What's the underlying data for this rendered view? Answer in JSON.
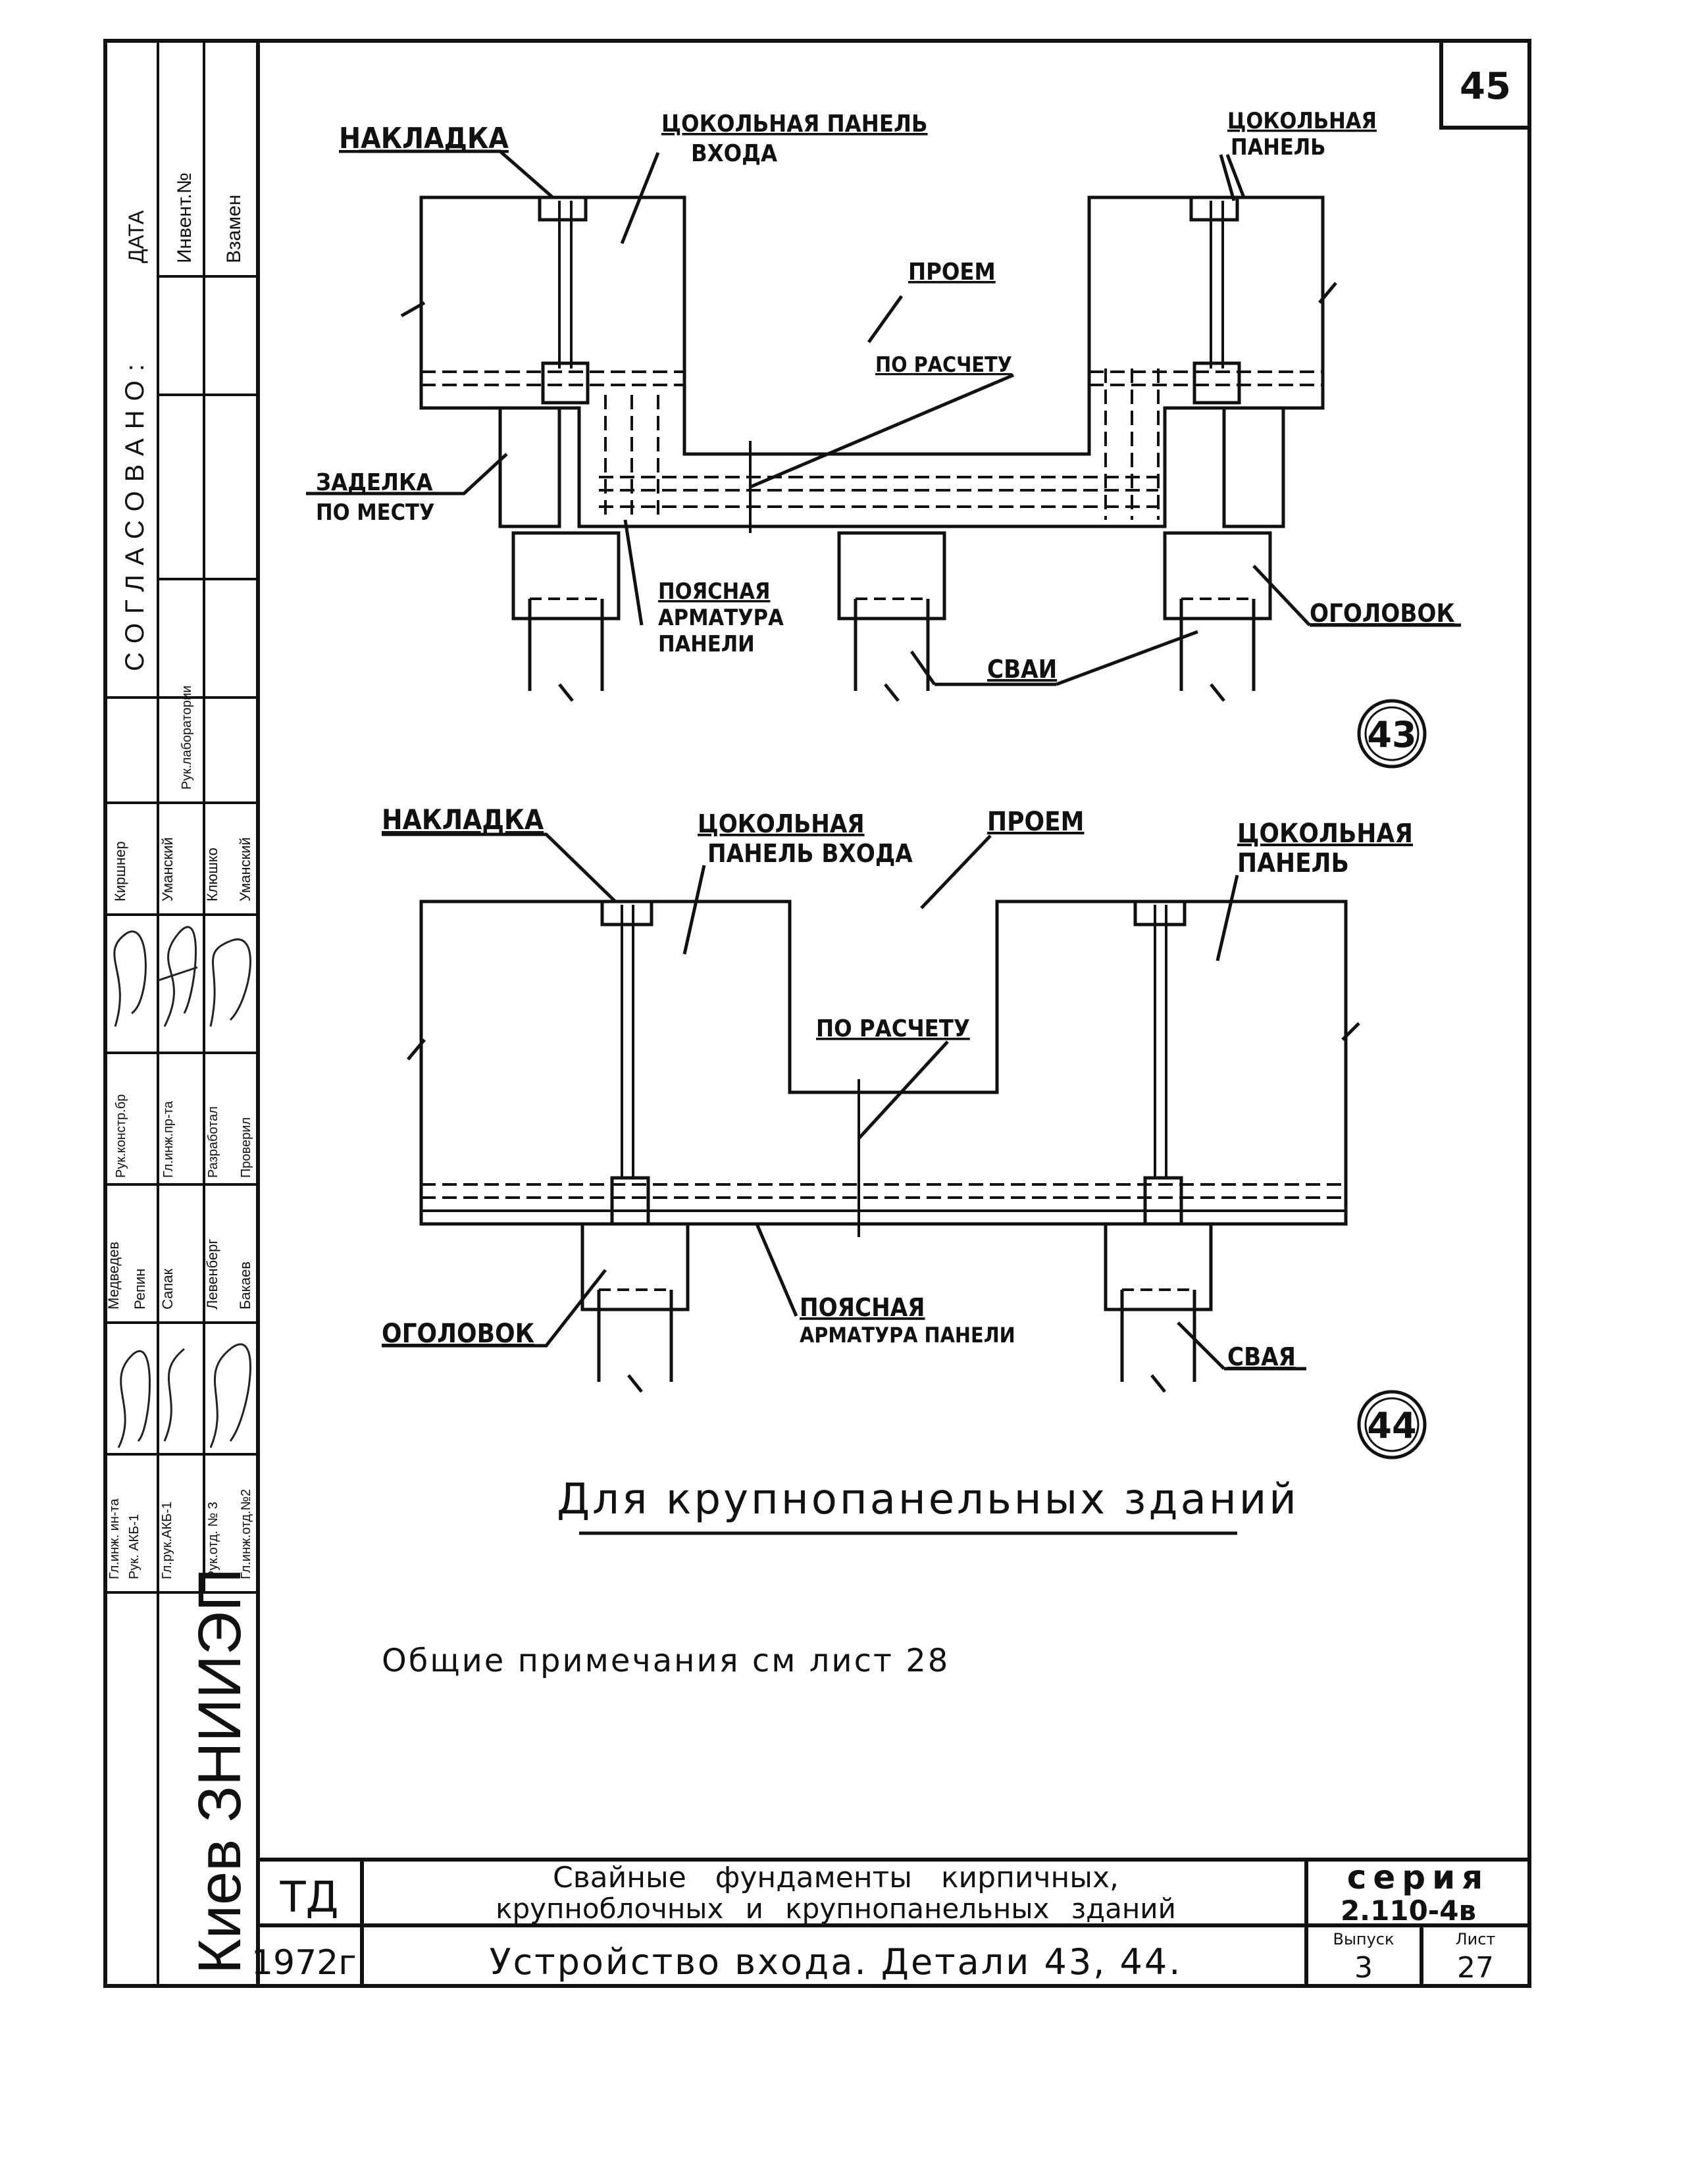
{
  "sheet_number": "45",
  "detail_43": {
    "marker": "43",
    "labels": {
      "nakladka": "НАКЛАДКА",
      "entrance_panel_line1": "ЦОКОЛЬНАЯ ПАНЕЛЬ",
      "entrance_panel_line2": "ВХОДА",
      "panel_line1": "ЦОКОЛЬНАЯ",
      "panel_line2": "ПАНЕЛЬ",
      "opening": "ПРОЕМ",
      "by_calc": "ПО РАСЧЕТУ",
      "sealing_line1": "ЗАДЕЛКА",
      "sealing_line2": "ПО МЕСТУ",
      "belt_line1": "ПОЯСНАЯ",
      "belt_line2": "АРМАТУРА",
      "belt_line3": "ПАНЕЛИ",
      "pile_cap": "ОГОЛОВОК",
      "piles": "СВАИ"
    }
  },
  "detail_44": {
    "marker": "44",
    "labels": {
      "nakladka": "НАКЛАДКА",
      "entrance_panel_line1": "ЦОКОЛЬНАЯ",
      "entrance_panel_line2": "ПАНЕЛЬ ВХОДА",
      "opening": "ПРОЕМ",
      "panel_line1": "ЦОКОЛЬНАЯ",
      "panel_line2": "ПАНЕЛЬ",
      "by_calc": "ПО РАСЧЕТУ",
      "belt_line1": "ПОЯСНАЯ",
      "belt_line2": "АРМАТУРА ПАНЕЛИ",
      "pile_cap": "ОГОЛОВОК",
      "pile": "СВАЯ"
    }
  },
  "heading": "Для крупнопанельных зданий",
  "note": "Общие примечания см лист 28",
  "title_block": {
    "org_code": "ТД",
    "year": "1972г.",
    "subject_line1": "Свайные фундаменты кирпичных,",
    "subject_line2": "крупноблочных и крупнопанельных зданий",
    "drawing_title": "Устройство входа. Детали 43, 44.",
    "series_label": "серия",
    "series_value": "2.110-4в",
    "issue_label": "Выпуск",
    "issue_value": "3",
    "sheet_label": "Лист",
    "sheet_value": "27"
  },
  "side_stamp": {
    "org": "Киев ЗНИИЭП",
    "agreed": "СОГЛАСОВАНО:",
    "date": "ДАТА",
    "inv_no": "Инвент.№",
    "replaces": "Взамен",
    "lab_head": "Рук.лаборатории",
    "roles": [
      "Гл.инж. ин-та",
      "Рук. АКБ-1",
      "Гл.рук.АКБ-1",
      "Рук.отд. № 3",
      "Гл.инж.отд.№2"
    ],
    "names": [
      "Медведев",
      "Репин",
      "Сапак",
      "Левенберг",
      "Бакаев"
    ],
    "roles2": [
      "Рук.констр.бр",
      "Гл.инж.пр-та",
      "Разработал",
      "Проверил"
    ],
    "names2": [
      "Киршнер",
      "Уманский",
      "Клюшко",
      "Уманский"
    ]
  }
}
